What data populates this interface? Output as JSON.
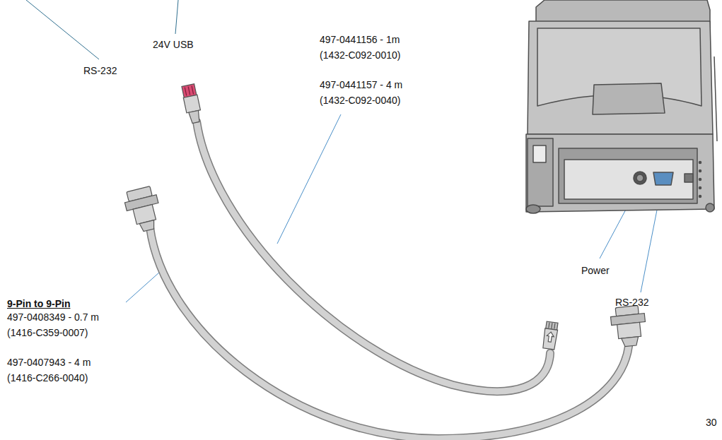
{
  "diagram": {
    "labels": [
      "RS-232",
      "24V USB",
      "497-0441156 - 1m",
      "(1432-C092-0010)",
      "497-0441157 - 4 m",
      "(1432-C092-0040)",
      "9-Pin to 9-Pin",
      "497-0408349 - 0.7 m",
      "(1416-C359-0007)",
      "497-0407943 - 4 m",
      "(1416-C266-0040)",
      "Power",
      "RS-232",
      "30"
    ]
  }
}
